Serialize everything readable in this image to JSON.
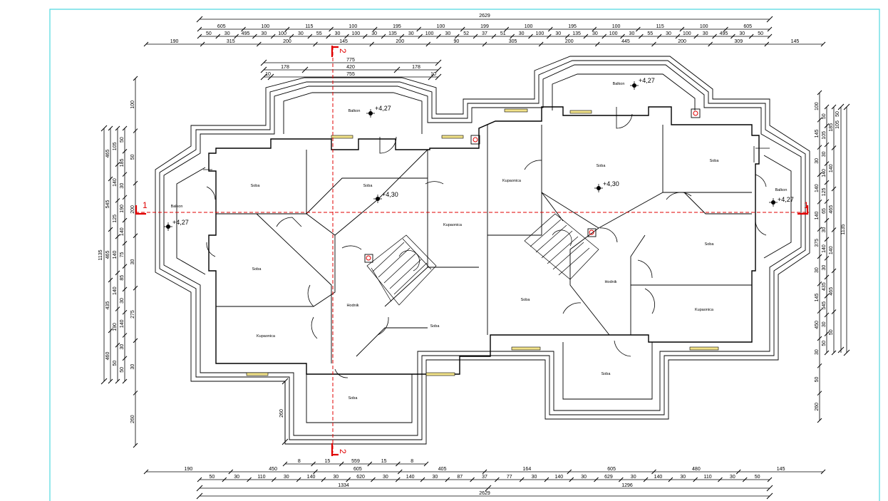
{
  "rooms": [
    {
      "key": "balkon_top_left",
      "label": "Balkon"
    },
    {
      "key": "balkon_top_right",
      "label": "Balkon"
    },
    {
      "key": "balkon_left",
      "label": "Balkon"
    },
    {
      "key": "balkon_right",
      "label": "Balkon"
    },
    {
      "key": "soba_1",
      "label": "Soba"
    },
    {
      "key": "soba_2",
      "label": "Soba"
    },
    {
      "key": "soba_3",
      "label": "Soba"
    },
    {
      "key": "soba_4",
      "label": "Soba"
    },
    {
      "key": "soba_5",
      "label": "Soba"
    },
    {
      "key": "soba_6",
      "label": "Soba"
    },
    {
      "key": "soba_7",
      "label": "Soba"
    },
    {
      "key": "soba_8",
      "label": "Soba"
    },
    {
      "key": "soba_9",
      "label": "Soba"
    },
    {
      "key": "soba_10",
      "label": "Soba"
    },
    {
      "key": "kupaonica_1",
      "label": "Kupaonica"
    },
    {
      "key": "kupaonica_2",
      "label": "Kupaonica"
    },
    {
      "key": "kupaonica_3",
      "label": "Kupaonica"
    },
    {
      "key": "kupaonica_4",
      "label": "Kupaonica"
    },
    {
      "key": "hodnik_1",
      "label": "Hodnik"
    },
    {
      "key": "hodnik_2",
      "label": "Hodnik"
    }
  ],
  "levels": [
    "+4,27",
    "+4,27",
    "+4,30",
    "+4,30",
    "+4,27",
    "+4,27"
  ],
  "sections": {
    "s1_left": "1",
    "s1_right": "1",
    "s2_top": "2",
    "s2_bottom": "2"
  },
  "dims_top": {
    "r1": [
      "2629"
    ],
    "r2": [
      "605",
      "100",
      "115",
      "100",
      "195",
      "100",
      "199",
      "100",
      "195",
      "100",
      "115",
      "100",
      "605"
    ],
    "r3": [
      "50",
      "30",
      "495",
      "30",
      "100",
      "30",
      "55",
      "30",
      "100",
      "30",
      "135",
      "30",
      "100",
      "30",
      "52",
      "37",
      "51",
      "30",
      "100",
      "30",
      "135",
      "30",
      "100",
      "30",
      "55",
      "30",
      "100",
      "30",
      "495",
      "30",
      "50"
    ],
    "r4": [
      "190",
      "315",
      "200",
      "145",
      "200",
      "90",
      "305",
      "200",
      "445",
      "200",
      "309",
      "145"
    ],
    "balcony": [
      "775",
      "178",
      "420",
      "178",
      "10",
      "755",
      "10"
    ]
  },
  "dims_bottom": {
    "r1": [
      "8",
      "15",
      "559",
      "15",
      "8"
    ],
    "r2": [
      "190",
      "450",
      "605",
      "405",
      "164",
      "605",
      "480",
      "145"
    ],
    "r3": [
      "50",
      "30",
      "110",
      "30",
      "140",
      "30",
      "620",
      "30",
      "140",
      "30",
      "87",
      "37",
      "77",
      "30",
      "140",
      "30",
      "629",
      "30",
      "140",
      "30",
      "110",
      "30",
      "50"
    ],
    "r4": [
      "1334",
      "1296"
    ],
    "r5": [
      "2629"
    ]
  },
  "dims_left": {
    "total": "1135",
    "c2": [
      "465",
      "545",
      "465",
      "435",
      "460"
    ],
    "c3": [
      "105",
      "140",
      "125",
      "140",
      "140",
      "190",
      "50"
    ],
    "c4": [
      "50",
      "185",
      "30",
      "190",
      "140",
      "75",
      "85",
      "30",
      "140",
      "30",
      "50"
    ],
    "c5": [
      "100",
      "50",
      "200",
      "30",
      "275",
      "30",
      "260"
    ],
    "stub": "260"
  },
  "dims_right": {
    "total": "1135",
    "c1": [
      "100",
      "145",
      "30",
      "140",
      "140",
      "375",
      "30",
      "145",
      "450",
      "30",
      "50",
      "260"
    ],
    "c2": [
      "50",
      "105",
      "30",
      "140",
      "125",
      "65",
      "30",
      "140",
      "30",
      "435",
      "545",
      "30",
      "50"
    ],
    "c3": [
      "185",
      "140",
      "465",
      "140",
      "465",
      "50"
    ],
    "c4": [
      "50",
      "105"
    ]
  }
}
